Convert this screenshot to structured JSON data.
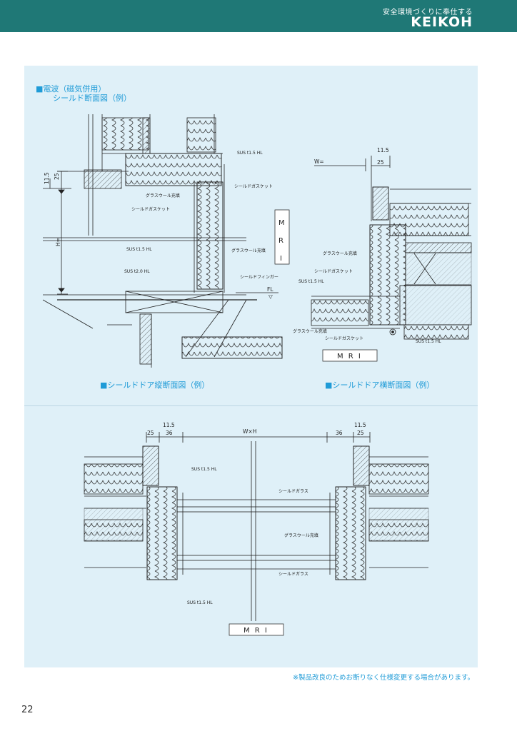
{
  "header": {
    "tagline": "安全環境づくりに奉仕する",
    "brand": "KEIKOH"
  },
  "section": {
    "title_line1": "■電波（磁気併用）",
    "title_line2": "シールド断面図（例）"
  },
  "captions": {
    "vertical": "■シールドドア縦断面図（例）",
    "horizontal": "■シールドドア横断面図（例）"
  },
  "dims": {
    "d115": "11.5",
    "d25": "25",
    "d36": "36",
    "h_label": "H=",
    "w_label": "W=",
    "wxh": "W×H",
    "fl": "FL",
    "fl_sym": "▽"
  },
  "labels": {
    "sus15": "SUS t1.5 HL",
    "sus20": "SUS t2.0 HL",
    "glasswool": "グラスウール充填",
    "gasket": "シールドガスケット",
    "finger": "シールドフィンガー",
    "glass": "シールドガラス"
  },
  "mri": {
    "letters": [
      "M",
      "R",
      "I"
    ],
    "text": "M R I"
  },
  "footer": {
    "note": "※製品改良のためお断りなく仕様変更する場合があります。",
    "page": "22"
  }
}
